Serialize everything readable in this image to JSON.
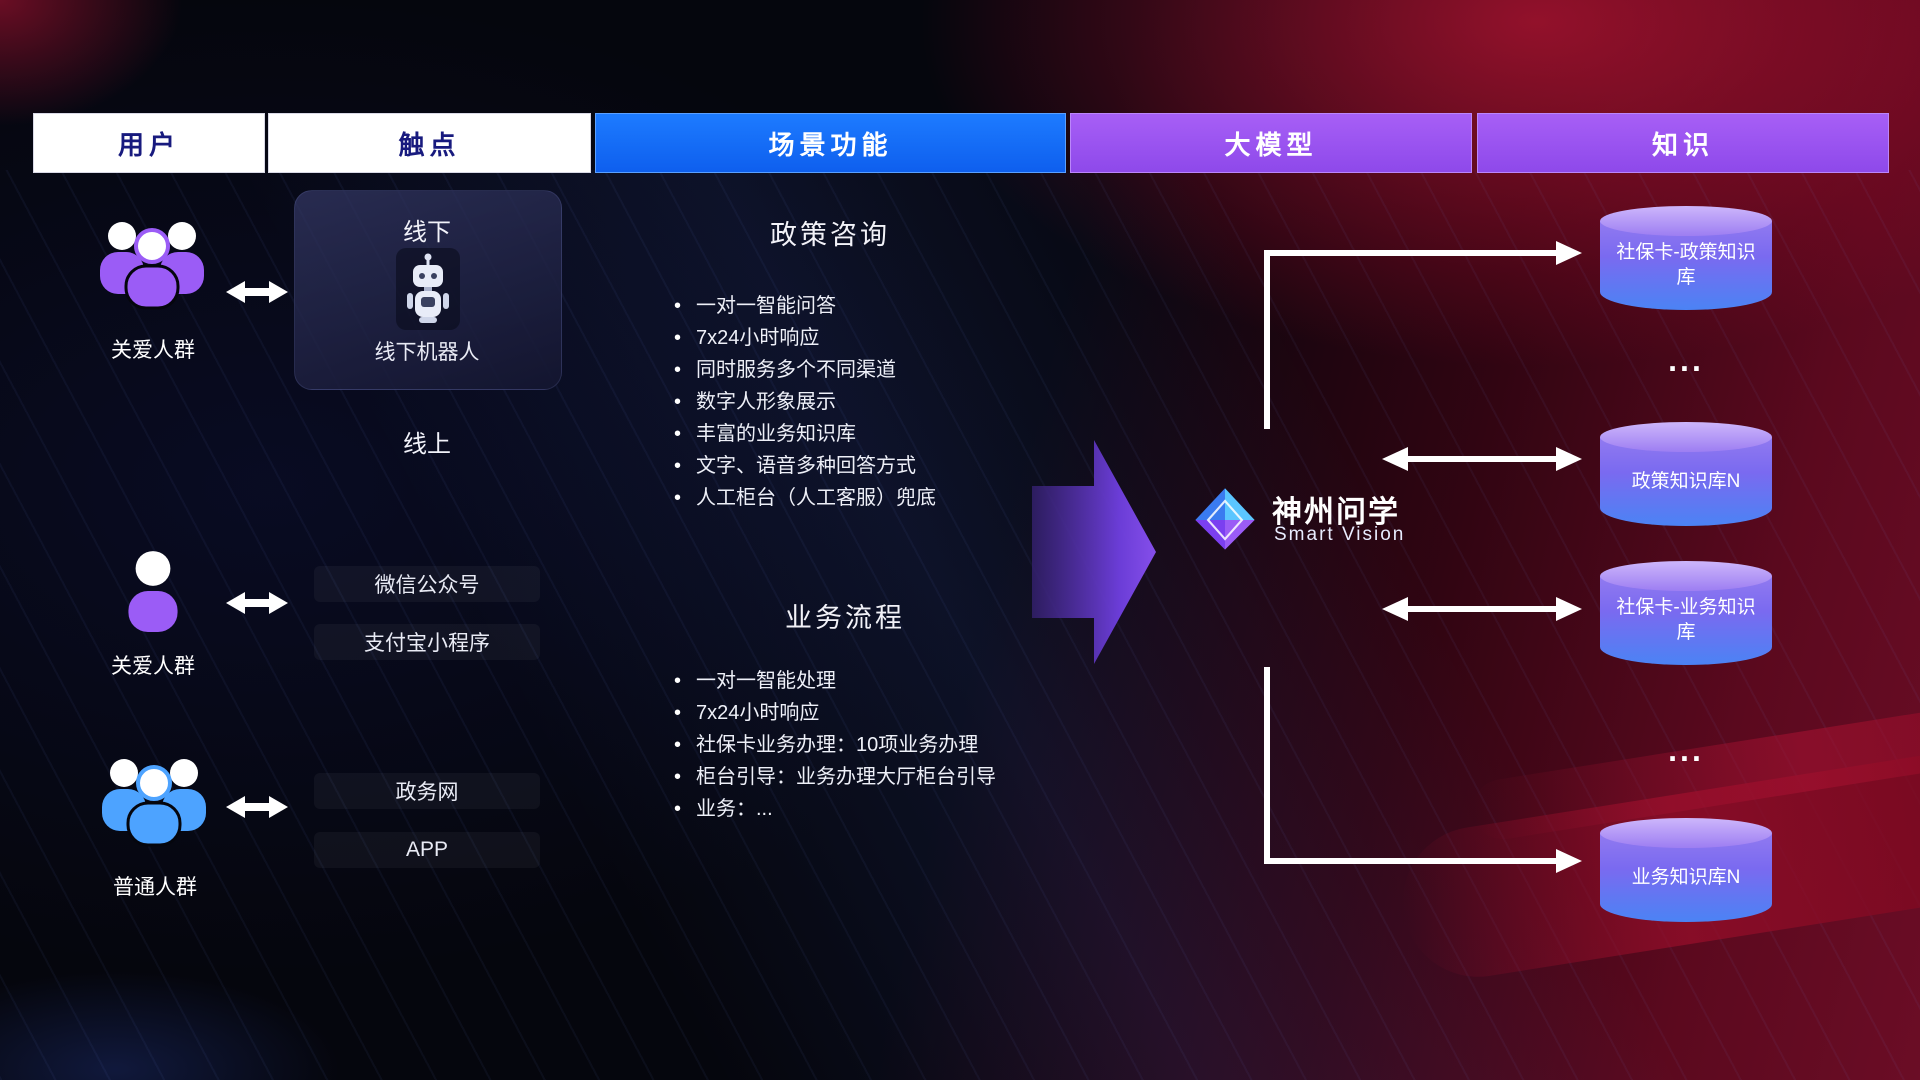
{
  "header": {
    "columns": [
      {
        "label": "用户",
        "style": "white"
      },
      {
        "label": "触点",
        "style": "white"
      },
      {
        "label": "场景功能",
        "style": "blue"
      },
      {
        "label": "大模型",
        "style": "purple"
      },
      {
        "label": "知识",
        "style": "purple"
      }
    ]
  },
  "users": {
    "groups": [
      {
        "label": "关爱人群",
        "icon": "people-group-icon",
        "color": "#9b5cf6"
      },
      {
        "label": "关爱人群",
        "icon": "person-icon",
        "color": "#9b5cf6"
      },
      {
        "label": "普通人群",
        "icon": "people-group-icon",
        "color": "#4da3ff"
      }
    ]
  },
  "touchpoints": {
    "offline": {
      "title": "线下",
      "robot_icon": "robot-icon",
      "robot_label": "线下机器人"
    },
    "online_title": "线上",
    "channels": [
      "微信公众号",
      "支付宝小程序",
      "政务网",
      "APP"
    ]
  },
  "scenario": {
    "policy": {
      "title": "政策咨询",
      "bullets": [
        "一对一智能问答",
        "7x24小时响应",
        "同时服务多个不同渠道",
        "数字人形象展示",
        "丰富的业务知识库",
        "文字、语音多种回答方式",
        "人工柜台（人工客服）兜底"
      ]
    },
    "process": {
      "title": "业务流程",
      "bullets": [
        "一对一智能处理",
        "7x24小时响应",
        "社保卡业务办理：10项业务办理",
        "柜台引导：业务办理大厅柜台引导",
        "业务：..."
      ]
    }
  },
  "model": {
    "name": "神州问学",
    "subtitle": "Smart Vision",
    "icon": "diamond-logo-icon"
  },
  "knowledge": {
    "items": [
      {
        "type": "database",
        "label": "社保卡-政策知识库"
      },
      {
        "type": "ellipsis",
        "label": "..."
      },
      {
        "type": "database",
        "label": "政策知识库N"
      },
      {
        "type": "database",
        "label": "社保卡-业务知识库"
      },
      {
        "type": "ellipsis",
        "label": "..."
      },
      {
        "type": "database",
        "label": "业务知识库N"
      }
    ]
  },
  "colors": {
    "header_active_blue": "#1073f2",
    "header_purple": "#9b5cf6",
    "header_text_navy": "#181a7e",
    "scenario_text": "#eef0f8",
    "arrow_purple": "#7b3ff0",
    "connector_white": "#ffffff",
    "cylinder_top": "#cdb6fb",
    "cylinder_bottom": "#4b83f4",
    "user_purple": "#9b5cf6",
    "user_blue": "#4da3ff",
    "background_red": "#8c0a24"
  }
}
